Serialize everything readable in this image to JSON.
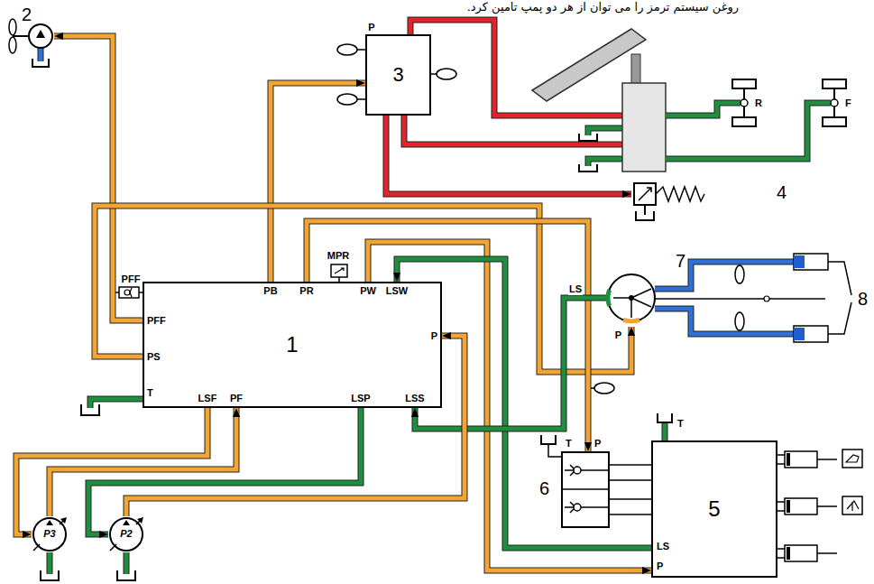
{
  "diagram": {
    "nodes": [
      {
        "text": [
          "2"
        ]
      },
      {
        "text": [
          "3"
        ]
      },
      {
        "text": [
          "4"
        ]
      },
      {
        "text": [
          "1"
        ]
      },
      {
        "text": [
          "7"
        ]
      },
      {
        "text": [
          "6"
        ]
      },
      {
        "text": [
          "5"
        ]
      },
      {
        "text": [
          "P3"
        ]
      },
      {
        "text": [
          "P2"
        ]
      }
    ],
    "edges": [
      {
        "from": 3,
        "to": 1,
        "arrow": "to"
      },
      {
        "from": 1,
        "to": 2,
        "arrow": "to"
      },
      {
        "from": 3,
        "to": 0,
        "arrow": "to"
      },
      {
        "from": 3,
        "to": 4,
        "arrow": "to"
      },
      {
        "from": 3,
        "to": 5,
        "arrow": "to"
      },
      {
        "from": 3,
        "to": 6,
        "arrow": "to"
      },
      {
        "from": 6,
        "to": 3,
        "arrow": "to"
      },
      {
        "from": 4,
        "to": 3,
        "arrow": "to"
      },
      {
        "from": 3,
        "to": 7,
        "arrow": "to"
      },
      {
        "from": 7,
        "to": 3,
        "arrow": "to"
      },
      {
        "from": 3,
        "to": 8,
        "arrow": "to"
      },
      {
        "from": 8,
        "to": 3,
        "arrow": "to"
      },
      {
        "from": 5,
        "to": 6,
        "arrow": "none"
      },
      {
        "from": 5,
        "to": 6,
        "arrow": "none"
      },
      {
        "from": 5,
        "to": 6,
        "arrow": "none"
      },
      {
        "from": 5,
        "to": 6,
        "arrow": "none"
      }
    ],
    "labels": [
      "روغن سیستم ترمز را می توان از هر دو پمپ تامین کرد.",
      "P",
      "R",
      "F",
      "PFF",
      "PB",
      "PR",
      "MPR",
      "PW",
      "LSW",
      "PFF",
      "PS",
      "T",
      "P",
      "LSF",
      "PF",
      "LSP",
      "LSS",
      "LS",
      "P",
      "8",
      "T",
      "P",
      "T",
      "LS",
      "P"
    ]
  }
}
